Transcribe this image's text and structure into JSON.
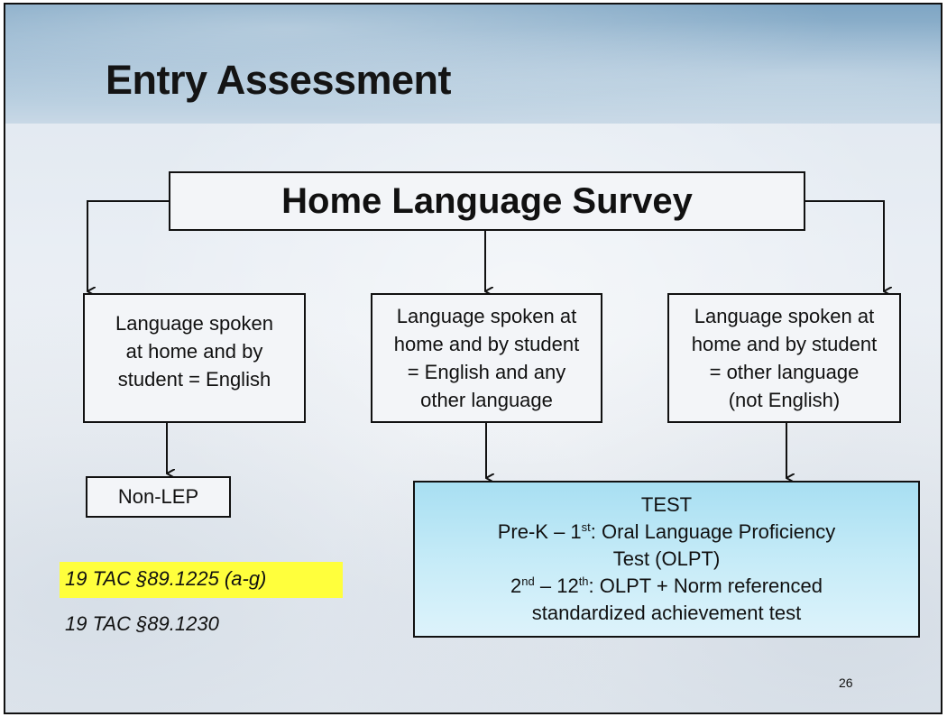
{
  "slide": {
    "title": "Entry Assessment",
    "page_number": "26"
  },
  "diagram": {
    "root": "Home Language Survey",
    "options": [
      {
        "lines": [
          "Language spoken",
          "at home and by",
          "student = English"
        ]
      },
      {
        "lines": [
          "Language spoken at",
          "home and by student",
          "= English and any",
          "other language"
        ]
      },
      {
        "lines": [
          "Language spoken at",
          "home and by student",
          "= other language",
          "(not English)"
        ]
      }
    ],
    "outcome_non_lep": "Non-LEP",
    "test": {
      "heading": "TEST",
      "line1_grade_start": "Pre-K – 1",
      "line1_grade_sup": "st",
      "line1_rest": ":  Oral Language Proficiency",
      "line2": "Test (OLPT)",
      "line3_grade_start": "2",
      "line3_grade_start_sup": "nd",
      "line3_dash": " – 12",
      "line3_grade_end_sup": "th",
      "line3_rest": ":  OLPT + Norm referenced",
      "line4": "standardized achievement test"
    }
  },
  "citations": {
    "highlighted": "19 TAC §89.1225 (a-g)",
    "plain": "19 TAC §89.1230",
    "highlight_color": "#ffff3c"
  },
  "colors": {
    "test_box_fill": "#a8dff2",
    "title_band": "#9dbbd3"
  }
}
